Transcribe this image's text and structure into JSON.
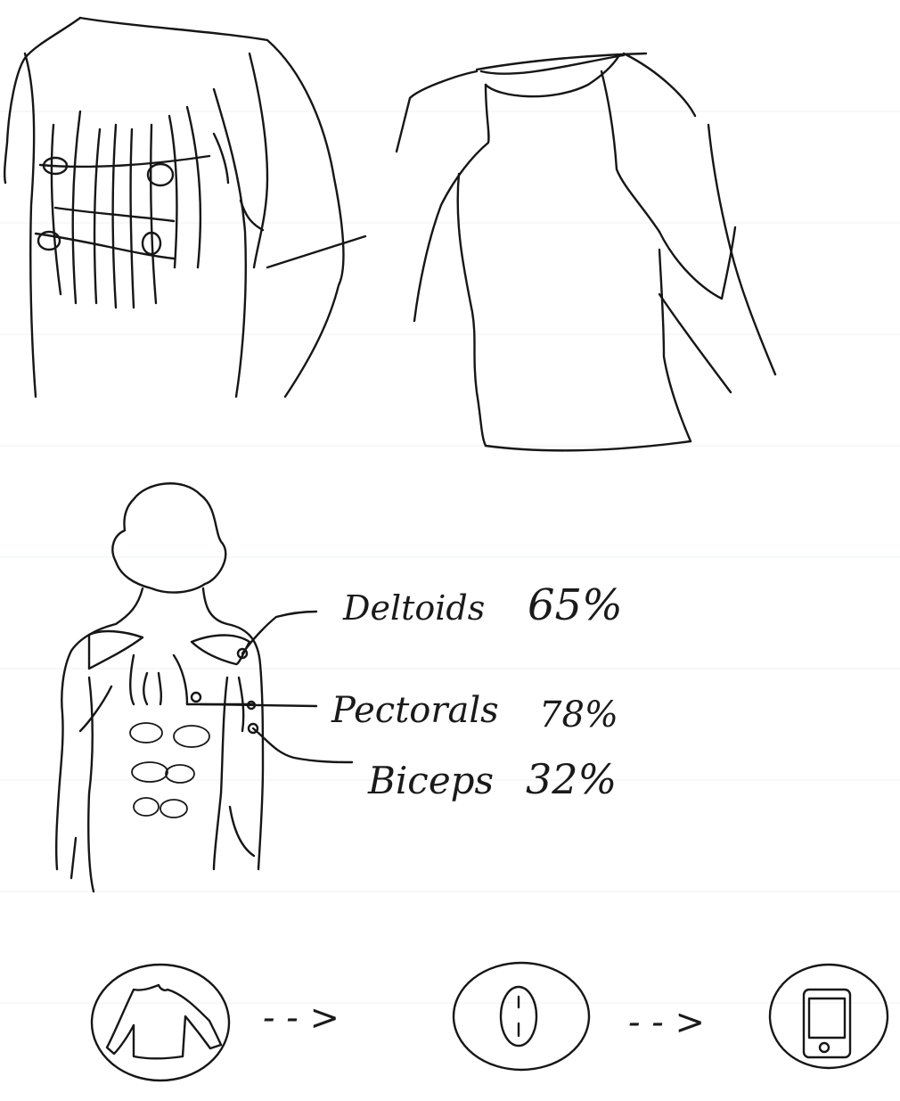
{
  "muscle_readout": {
    "deltoids": {
      "name": "Deltoids",
      "value": "65%"
    },
    "pectorals": {
      "name": "Pectorals",
      "value": "78%"
    },
    "biceps": {
      "name": "Biceps",
      "value": "32%"
    }
  },
  "flow": {
    "arrow_1": "- - >",
    "arrow_2": "- - >"
  },
  "icons": {
    "sensor_shirt_back": "shirt-with-sensor-grid-sketch",
    "shirt_side": "compression-shirt-sketch",
    "body": "torso-muscle-map-sketch",
    "step_1": "shirt-icon",
    "step_2": "sensor-module-icon",
    "step_3": "smartphone-icon"
  },
  "colors": {
    "ink": "#161616",
    "paper": "#ffffff"
  }
}
